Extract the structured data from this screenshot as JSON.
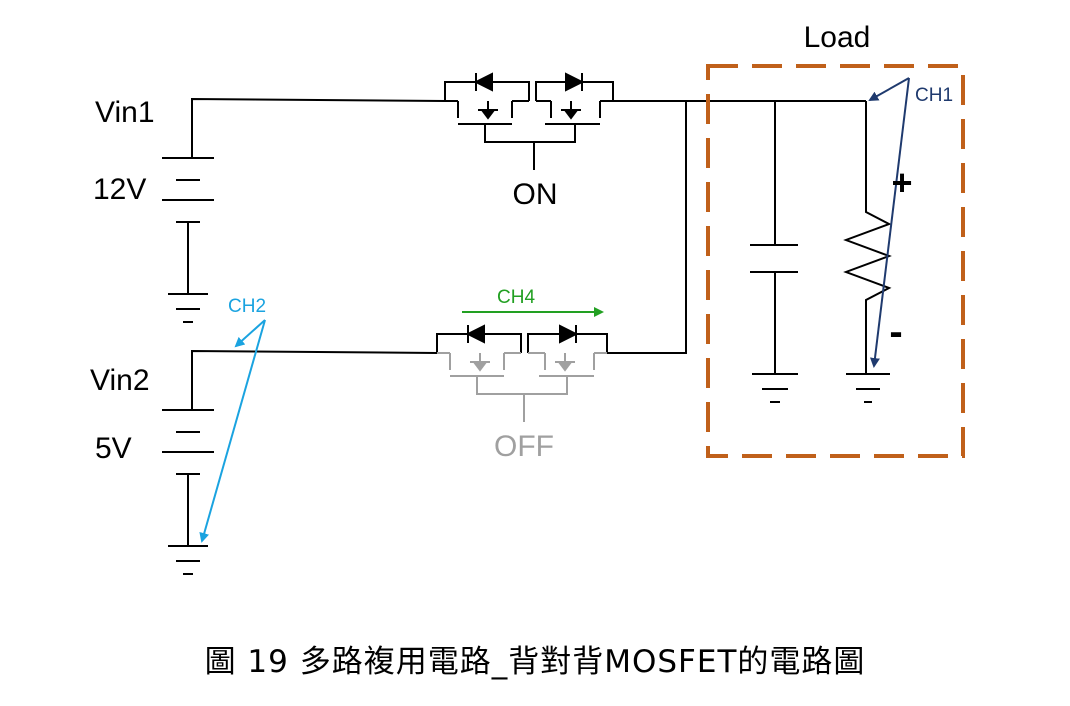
{
  "labels": {
    "vin1": "Vin1",
    "vin1_voltage": "12V",
    "vin2": "Vin2",
    "vin2_voltage": "5V",
    "on_state": "ON",
    "off_state": "OFF",
    "load": "Load",
    "ch1": "CH1",
    "ch2": "CH2",
    "ch4": "CH4",
    "plus": "+",
    "minus": "-"
  },
  "caption": "圖 19 多路複用電路_背對背MOSFET的電路圖",
  "colors": {
    "wire": "#000000",
    "off": "#a0a0a0",
    "load_box": "#c0601a",
    "ch1": "#1f3a6e",
    "ch2": "#1aa3e0",
    "ch4": "#22a022"
  }
}
